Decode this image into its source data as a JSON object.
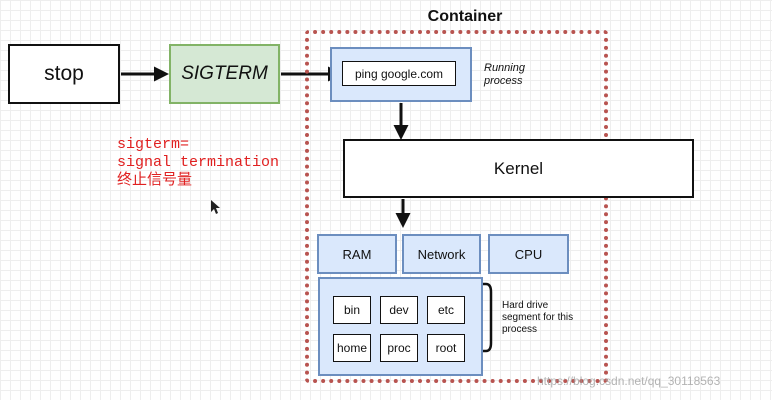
{
  "nodes": {
    "stop": "stop",
    "sigterm": "SIGTERM",
    "container": "Container",
    "ping": "ping google.com",
    "running_process": "Running\nprocess",
    "kernel": "Kernel",
    "ram": "RAM",
    "network": "Network",
    "cpu": "CPU",
    "folders": [
      "bin",
      "dev",
      "etc",
      "home",
      "proc",
      "root"
    ],
    "hard_drive_label": "Hard drive\nsegment for this\nprocess"
  },
  "annotation": {
    "line1": "sigterm=",
    "line2": "signal termination",
    "line3": "终止信号量"
  },
  "watermark": "https://blog.csdn.net/qq_30118563",
  "colors": {
    "blue_fill": "#dae8fc",
    "blue_border": "#6c8ebf",
    "green_fill": "#d5e8d4",
    "green_border": "#82b366",
    "container_border": "#b85450",
    "note_red": "#e02020"
  }
}
